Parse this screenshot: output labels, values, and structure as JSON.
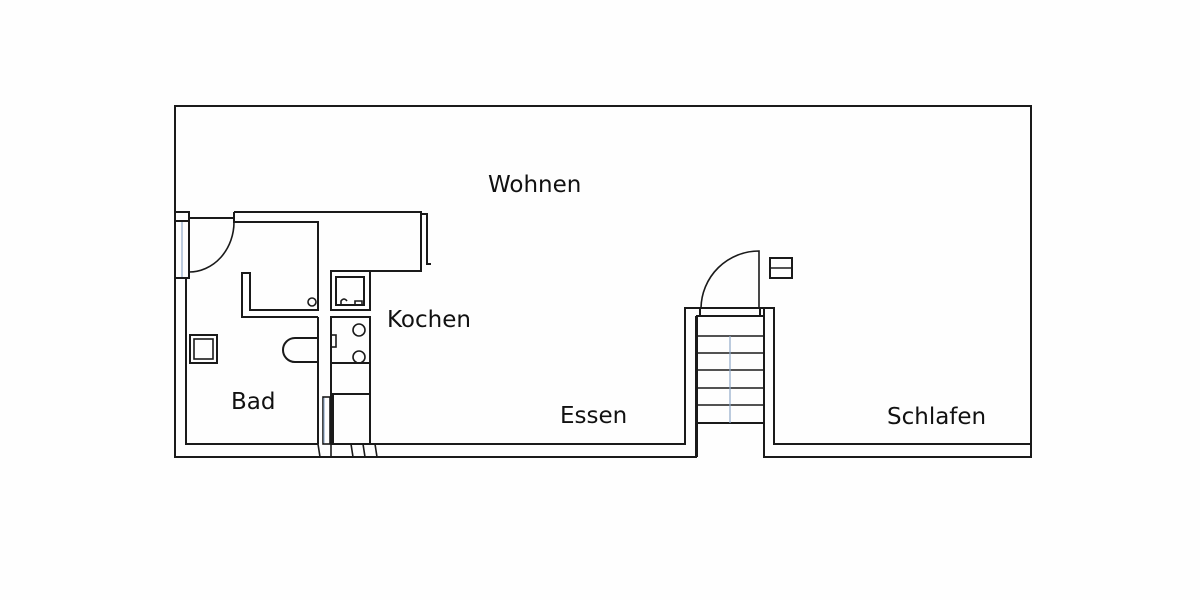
{
  "floorplan": {
    "rooms": [
      {
        "id": "wohnen",
        "label": "Wohnen"
      },
      {
        "id": "kochen",
        "label": "Kochen"
      },
      {
        "id": "bad",
        "label": "Bad"
      },
      {
        "id": "essen",
        "label": "Essen"
      },
      {
        "id": "schlafen",
        "label": "Schlafen"
      }
    ],
    "colors": {
      "wall": "#1a1a1a",
      "glass": "#8fa9c8",
      "background": "#fefefe"
    }
  }
}
